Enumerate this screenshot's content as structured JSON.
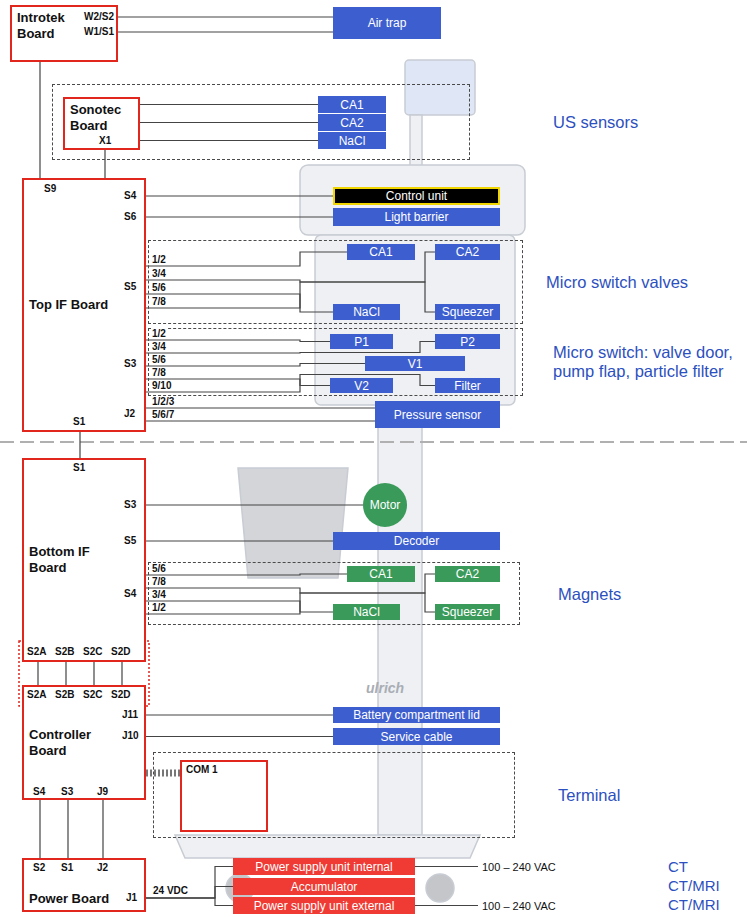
{
  "diagram": {
    "nodes": [
      {
        "text": [
          "Introtek Board"
        ]
      },
      {
        "text": [
          "Air trap"
        ]
      },
      {
        "text": [
          "US sensors"
        ]
      },
      {
        "text": [
          "Sonotec Board"
        ],
        "in": 2
      },
      {
        "text": [
          "CA1"
        ],
        "in": 2
      },
      {
        "text": [
          "CA2"
        ],
        "in": 2
      },
      {
        "text": [
          "NaCl"
        ],
        "in": 2
      },
      {
        "text": [
          "Top IF Board"
        ]
      },
      {
        "text": [
          "Control unit"
        ]
      },
      {
        "text": [
          "Light barrier"
        ]
      },
      {
        "text": [
          "Micro switch valves"
        ]
      },
      {
        "text": [
          "CA1"
        ],
        "in": 10
      },
      {
        "text": [
          "CA2"
        ],
        "in": 10
      },
      {
        "text": [
          "NaCl"
        ],
        "in": 10
      },
      {
        "text": [
          "Squeezer"
        ],
        "in": 10
      },
      {
        "text": [
          "Micro switch: valve door, pump flap, particle filter"
        ]
      },
      {
        "text": [
          "P1"
        ],
        "in": 15
      },
      {
        "text": [
          "P2"
        ],
        "in": 15
      },
      {
        "text": [
          "V1"
        ],
        "in": 15
      },
      {
        "text": [
          "V2"
        ],
        "in": 15
      },
      {
        "text": [
          "Filter"
        ],
        "in": 15
      },
      {
        "text": [
          "Pressure sensor"
        ]
      },
      {
        "text": [
          "Bottom IF Board"
        ]
      },
      {
        "text": [
          "Motor"
        ]
      },
      {
        "text": [
          "Decoder"
        ]
      },
      {
        "text": [
          "Magnets"
        ]
      },
      {
        "text": [
          "CA1"
        ],
        "in": 25
      },
      {
        "text": [
          "CA2"
        ],
        "in": 25
      },
      {
        "text": [
          "NaCl"
        ],
        "in": 25
      },
      {
        "text": [
          "Squeezer"
        ],
        "in": 25
      },
      {
        "text": [
          "Controller Board"
        ]
      },
      {
        "text": [
          "Battery compartment lid"
        ]
      },
      {
        "text": [
          "Service cable"
        ]
      },
      {
        "text": [
          "Terminal"
        ]
      },
      {
        "text": [
          "COM 1"
        ],
        "in": 33
      },
      {
        "text": [
          "Power Board"
        ]
      },
      {
        "text": [
          "Power supply unit internal"
        ]
      },
      {
        "text": [
          "Accumulator"
        ]
      },
      {
        "text": [
          "Power supply unit external"
        ]
      }
    ],
    "edges": [
      {
        "from": 0,
        "to": 1,
        "arrow": "none"
      },
      {
        "from": 0,
        "to": 1,
        "arrow": "none"
      },
      {
        "from": 0,
        "to": 7,
        "arrow": "none"
      },
      {
        "from": 3,
        "to": 4,
        "arrow": "none"
      },
      {
        "from": 3,
        "to": 5,
        "arrow": "none"
      },
      {
        "from": 3,
        "to": 6,
        "arrow": "none"
      },
      {
        "from": 3,
        "to": 7,
        "arrow": "none"
      },
      {
        "from": 7,
        "to": 8,
        "arrow": "none"
      },
      {
        "from": 7,
        "to": 9,
        "arrow": "none"
      },
      {
        "from": 7,
        "to": 11,
        "arrow": "none"
      },
      {
        "from": 7,
        "to": 12,
        "arrow": "none"
      },
      {
        "from": 7,
        "to": 13,
        "arrow": "none"
      },
      {
        "from": 7,
        "to": 14,
        "arrow": "none"
      },
      {
        "from": 7,
        "to": 16,
        "arrow": "none"
      },
      {
        "from": 7,
        "to": 17,
        "arrow": "none"
      },
      {
        "from": 7,
        "to": 18,
        "arrow": "none"
      },
      {
        "from": 7,
        "to": 19,
        "arrow": "none"
      },
      {
        "from": 7,
        "to": 20,
        "arrow": "none"
      },
      {
        "from": 7,
        "to": 21,
        "arrow": "none"
      },
      {
        "from": 7,
        "to": 21,
        "arrow": "none"
      },
      {
        "from": 7,
        "to": 22,
        "arrow": "none"
      },
      {
        "from": 22,
        "to": 23,
        "arrow": "none"
      },
      {
        "from": 22,
        "to": 24,
        "arrow": "none"
      },
      {
        "from": 22,
        "to": 26,
        "arrow": "none"
      },
      {
        "from": 22,
        "to": 27,
        "arrow": "none"
      },
      {
        "from": 22,
        "to": 28,
        "arrow": "none"
      },
      {
        "from": 22,
        "to": 29,
        "arrow": "none"
      },
      {
        "from": 22,
        "to": 30,
        "arrow": "none"
      },
      {
        "from": 22,
        "to": 30,
        "arrow": "none"
      },
      {
        "from": 22,
        "to": 30,
        "arrow": "none"
      },
      {
        "from": 22,
        "to": 30,
        "arrow": "none"
      },
      {
        "from": 30,
        "to": 31,
        "arrow": "none"
      },
      {
        "from": 30,
        "to": 32,
        "arrow": "none"
      },
      {
        "from": 30,
        "to": 34,
        "arrow": "none"
      },
      {
        "from": 30,
        "to": 35,
        "arrow": "none"
      },
      {
        "from": 30,
        "to": 35,
        "arrow": "none"
      },
      {
        "from": 30,
        "to": 35,
        "arrow": "none"
      },
      {
        "from": 35,
        "to": 36,
        "arrow": "none"
      },
      {
        "from": 35,
        "to": 37,
        "arrow": "none"
      },
      {
        "from": 35,
        "to": 38,
        "arrow": "none"
      }
    ],
    "labels": [
      "W2/S2",
      "W1/S1",
      "X1",
      "S9",
      "S4",
      "S6",
      "S5",
      "1/2",
      "3/4",
      "5/6",
      "7/8",
      "S3",
      "1/2",
      "3/4",
      "5/6",
      "7/8",
      "9/10",
      "J2",
      "1/2/3",
      "5/6/7",
      "S1",
      "S1",
      "S3",
      "S5",
      "S4",
      "5/6",
      "7/8",
      "3/4",
      "1/2",
      "S2A",
      "S2B",
      "S2C",
      "S2D",
      "S2A",
      "S2B",
      "S2C",
      "S2D",
      "J11",
      "J10",
      "S4",
      "S3",
      "J9",
      "S2",
      "S1",
      "J2",
      "J1",
      "24 VDC",
      "100 – 240 VAC",
      "100 – 240 VAC",
      "CT",
      "CT/MRI",
      "CT/MRI",
      "ulrich"
    ]
  }
}
